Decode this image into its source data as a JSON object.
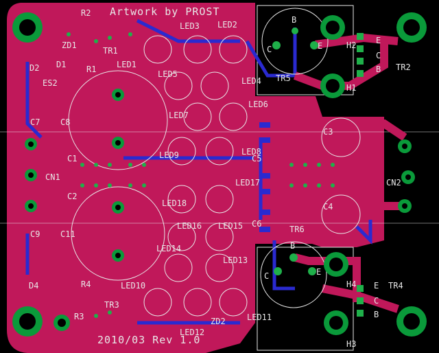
{
  "title": "Artwork by PROST",
  "revision": "2010/03 Rev 1.0",
  "colors": {
    "background": "#000000",
    "copper_top": "#c0185a",
    "copper_bottom": "#2a2ad0",
    "silkscreen": "#e8e8e8",
    "pad_ring": "#0a9a3a",
    "pad_hole": "#000000",
    "via": "#1fb04a"
  },
  "labels": {
    "R2": "R2",
    "ZD1": "ZD1",
    "TR1": "TR1",
    "R1": "R1",
    "LED1": "LED1",
    "D1": "D1",
    "D2": "D2",
    "ES2": "ES2",
    "C7": "C7",
    "C8": "C8",
    "CN1": "CN1",
    "C1": "C1",
    "C2": "C2",
    "C9": "C9",
    "C11": "C11",
    "D4": "D4",
    "R4": "R4",
    "R3": "R3",
    "TR3": "TR3",
    "LED10": "LED10",
    "LED12": "LED12",
    "ZD2": "ZD2",
    "LED11": "LED11",
    "LED3": "LED3",
    "LED2": "LED2",
    "LED5": "LED5",
    "LED4": "LED4",
    "LED6": "LED6",
    "LED7": "LED7",
    "LED8": "LED8",
    "LED9": "LED9",
    "LED17": "LED17",
    "LED16": "LED16",
    "LED15": "LED15",
    "LED14": "LED14",
    "LED13": "LED13",
    "LED18": "LED18",
    "C5": "C5",
    "C6": "C6",
    "C3": "C3",
    "C4": "C4",
    "CN2": "CN2",
    "TR5": "TR5",
    "TR6": "TR6",
    "TR2": "TR2",
    "TR4": "TR4",
    "H1": "H1",
    "H2": "H2",
    "H3": "H3",
    "H4": "H4",
    "pinB": "B",
    "pinC": "C",
    "pinE": "E"
  }
}
